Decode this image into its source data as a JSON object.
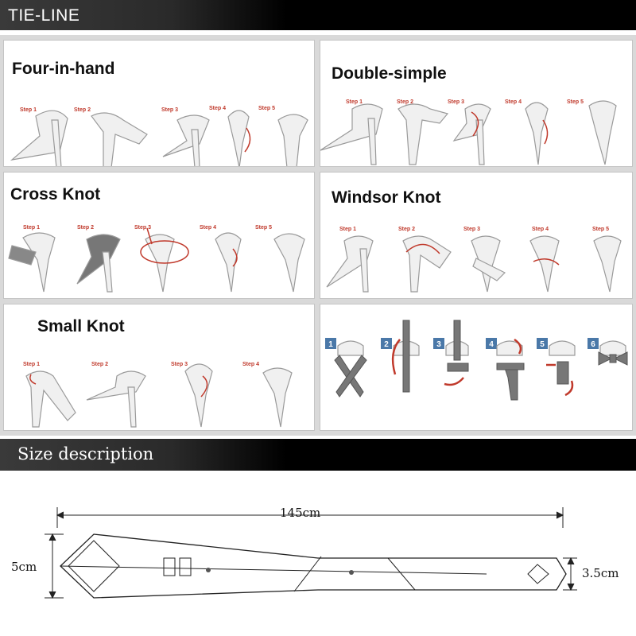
{
  "header": {
    "title": "TIE-LINE"
  },
  "panels": [
    {
      "title": "Four-in-hand",
      "steps": [
        "Step 1",
        "Step 2",
        "Step 3",
        "Step 4",
        "Step 5"
      ]
    },
    {
      "title": "Double-simple",
      "steps": [
        "Step 1",
        "Step 2",
        "Step 3",
        "Step 4",
        "Step 5"
      ]
    },
    {
      "title": "Cross Knot",
      "steps": [
        "Step 1",
        "Step 2",
        "Step 3",
        "Step 4",
        "Step 5"
      ]
    },
    {
      "title": "Windsor Knot",
      "steps": [
        "Step 1",
        "Step 2",
        "Step 3",
        "Step 4",
        "Step 5"
      ]
    },
    {
      "title": "Small Knot",
      "steps": [
        "Step 1",
        "Step 2",
        "Step 3",
        "Step 4"
      ]
    },
    {
      "title": "",
      "steps": [
        "1",
        "2",
        "3",
        "4",
        "5",
        "6"
      ]
    }
  ],
  "size_section": {
    "title": "Size description",
    "length": "145cm",
    "wide_end": "5cm",
    "narrow_end": "3.5cm"
  },
  "colors": {
    "header_bg": "#000000",
    "arrow": "#c0392b",
    "bowtie_step": "#4a78a8",
    "tie_fill": "#f0f0f0",
    "tie_stroke": "#9a9a9a"
  }
}
